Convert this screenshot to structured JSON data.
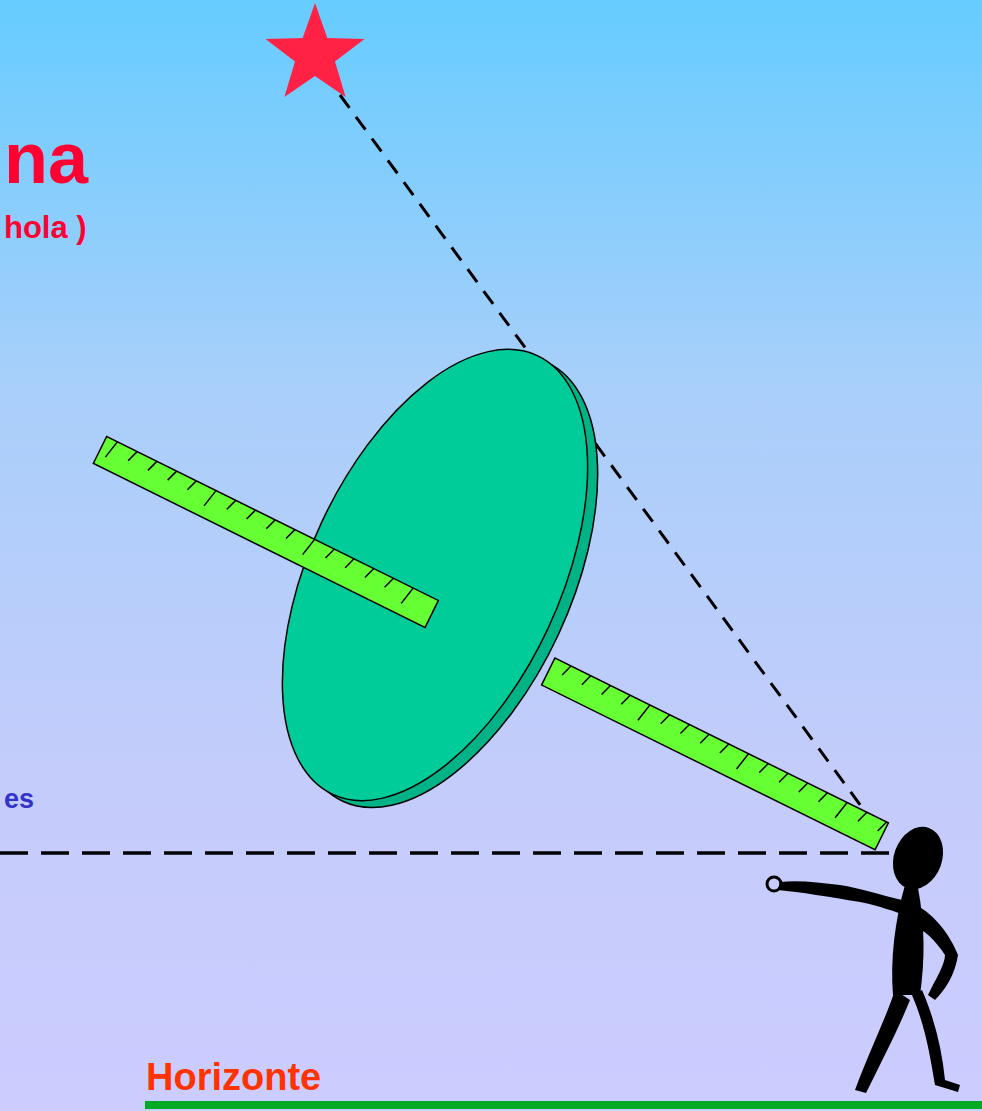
{
  "diagram": {
    "title": "na",
    "labels": [
      "hola )",
      "es",
      "Horizonte"
    ]
  }
}
